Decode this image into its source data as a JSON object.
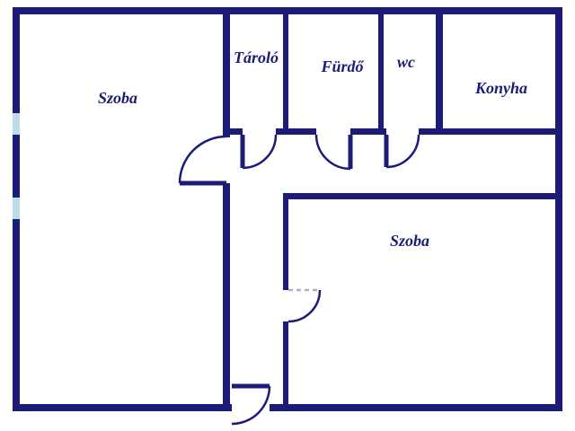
{
  "floorplan": {
    "rooms": [
      {
        "id": "szoba-top-left",
        "label": "Szoba"
      },
      {
        "id": "tarolo",
        "label": "Tároló"
      },
      {
        "id": "furdo",
        "label": "Fürdő"
      },
      {
        "id": "wc",
        "label": "wc"
      },
      {
        "id": "konyha",
        "label": "Konyha"
      },
      {
        "id": "szoba-bottom-right",
        "label": "Szoba"
      }
    ],
    "colors": {
      "wall": "#1c1c78",
      "window": "#bddcea",
      "background": "#ffffff",
      "door_leaf_dashed": "#a9b2bb"
    }
  }
}
